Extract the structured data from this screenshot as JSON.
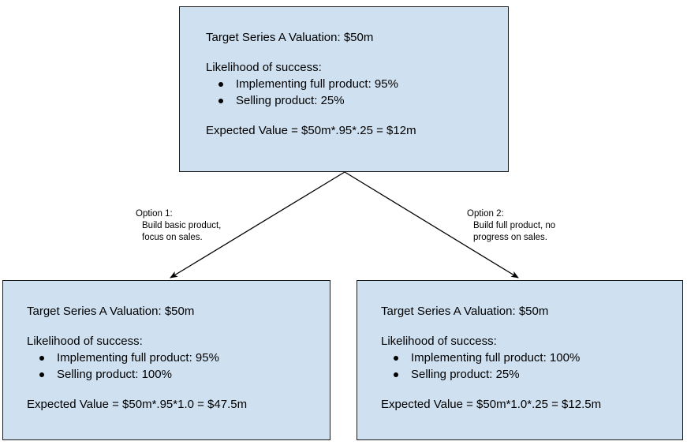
{
  "diagram": {
    "type": "decision-tree",
    "box_fill_color": "#cfe0f0",
    "box_border_color": "#1a1a1a",
    "text_color": "#000000",
    "root": {
      "valuation_line": "Target Series A Valuation: $50m",
      "likelihood_heading": "Likelihood of success:",
      "bullets": [
        "Implementing full product: 95%",
        "Selling product: 25%"
      ],
      "expected_value_line": "Expected Value = $50m*.95*.25 = $12m"
    },
    "edges": [
      {
        "name": "option-1",
        "title": "Option 1:",
        "description_line_1": "Build basic product,",
        "description_line_2": "focus on sales."
      },
      {
        "name": "option-2",
        "title": "Option 2:",
        "description_line_1": "Build full product, no",
        "description_line_2": "progress on sales."
      }
    ],
    "option1_node": {
      "valuation_line": "Target Series A Valuation: $50m",
      "likelihood_heading": "Likelihood of success:",
      "bullets": [
        "Implementing full product: 95%",
        "Selling product: 100%"
      ],
      "expected_value_line": "Expected Value = $50m*.95*1.0 = $47.5m"
    },
    "option2_node": {
      "valuation_line": "Target Series A Valuation: $50m",
      "likelihood_heading": "Likelihood of success:",
      "bullets": [
        "Implementing full product: 100%",
        "Selling product: 25%"
      ],
      "expected_value_line": "Expected Value = $50m*1.0*.25 = $12.5m"
    }
  }
}
